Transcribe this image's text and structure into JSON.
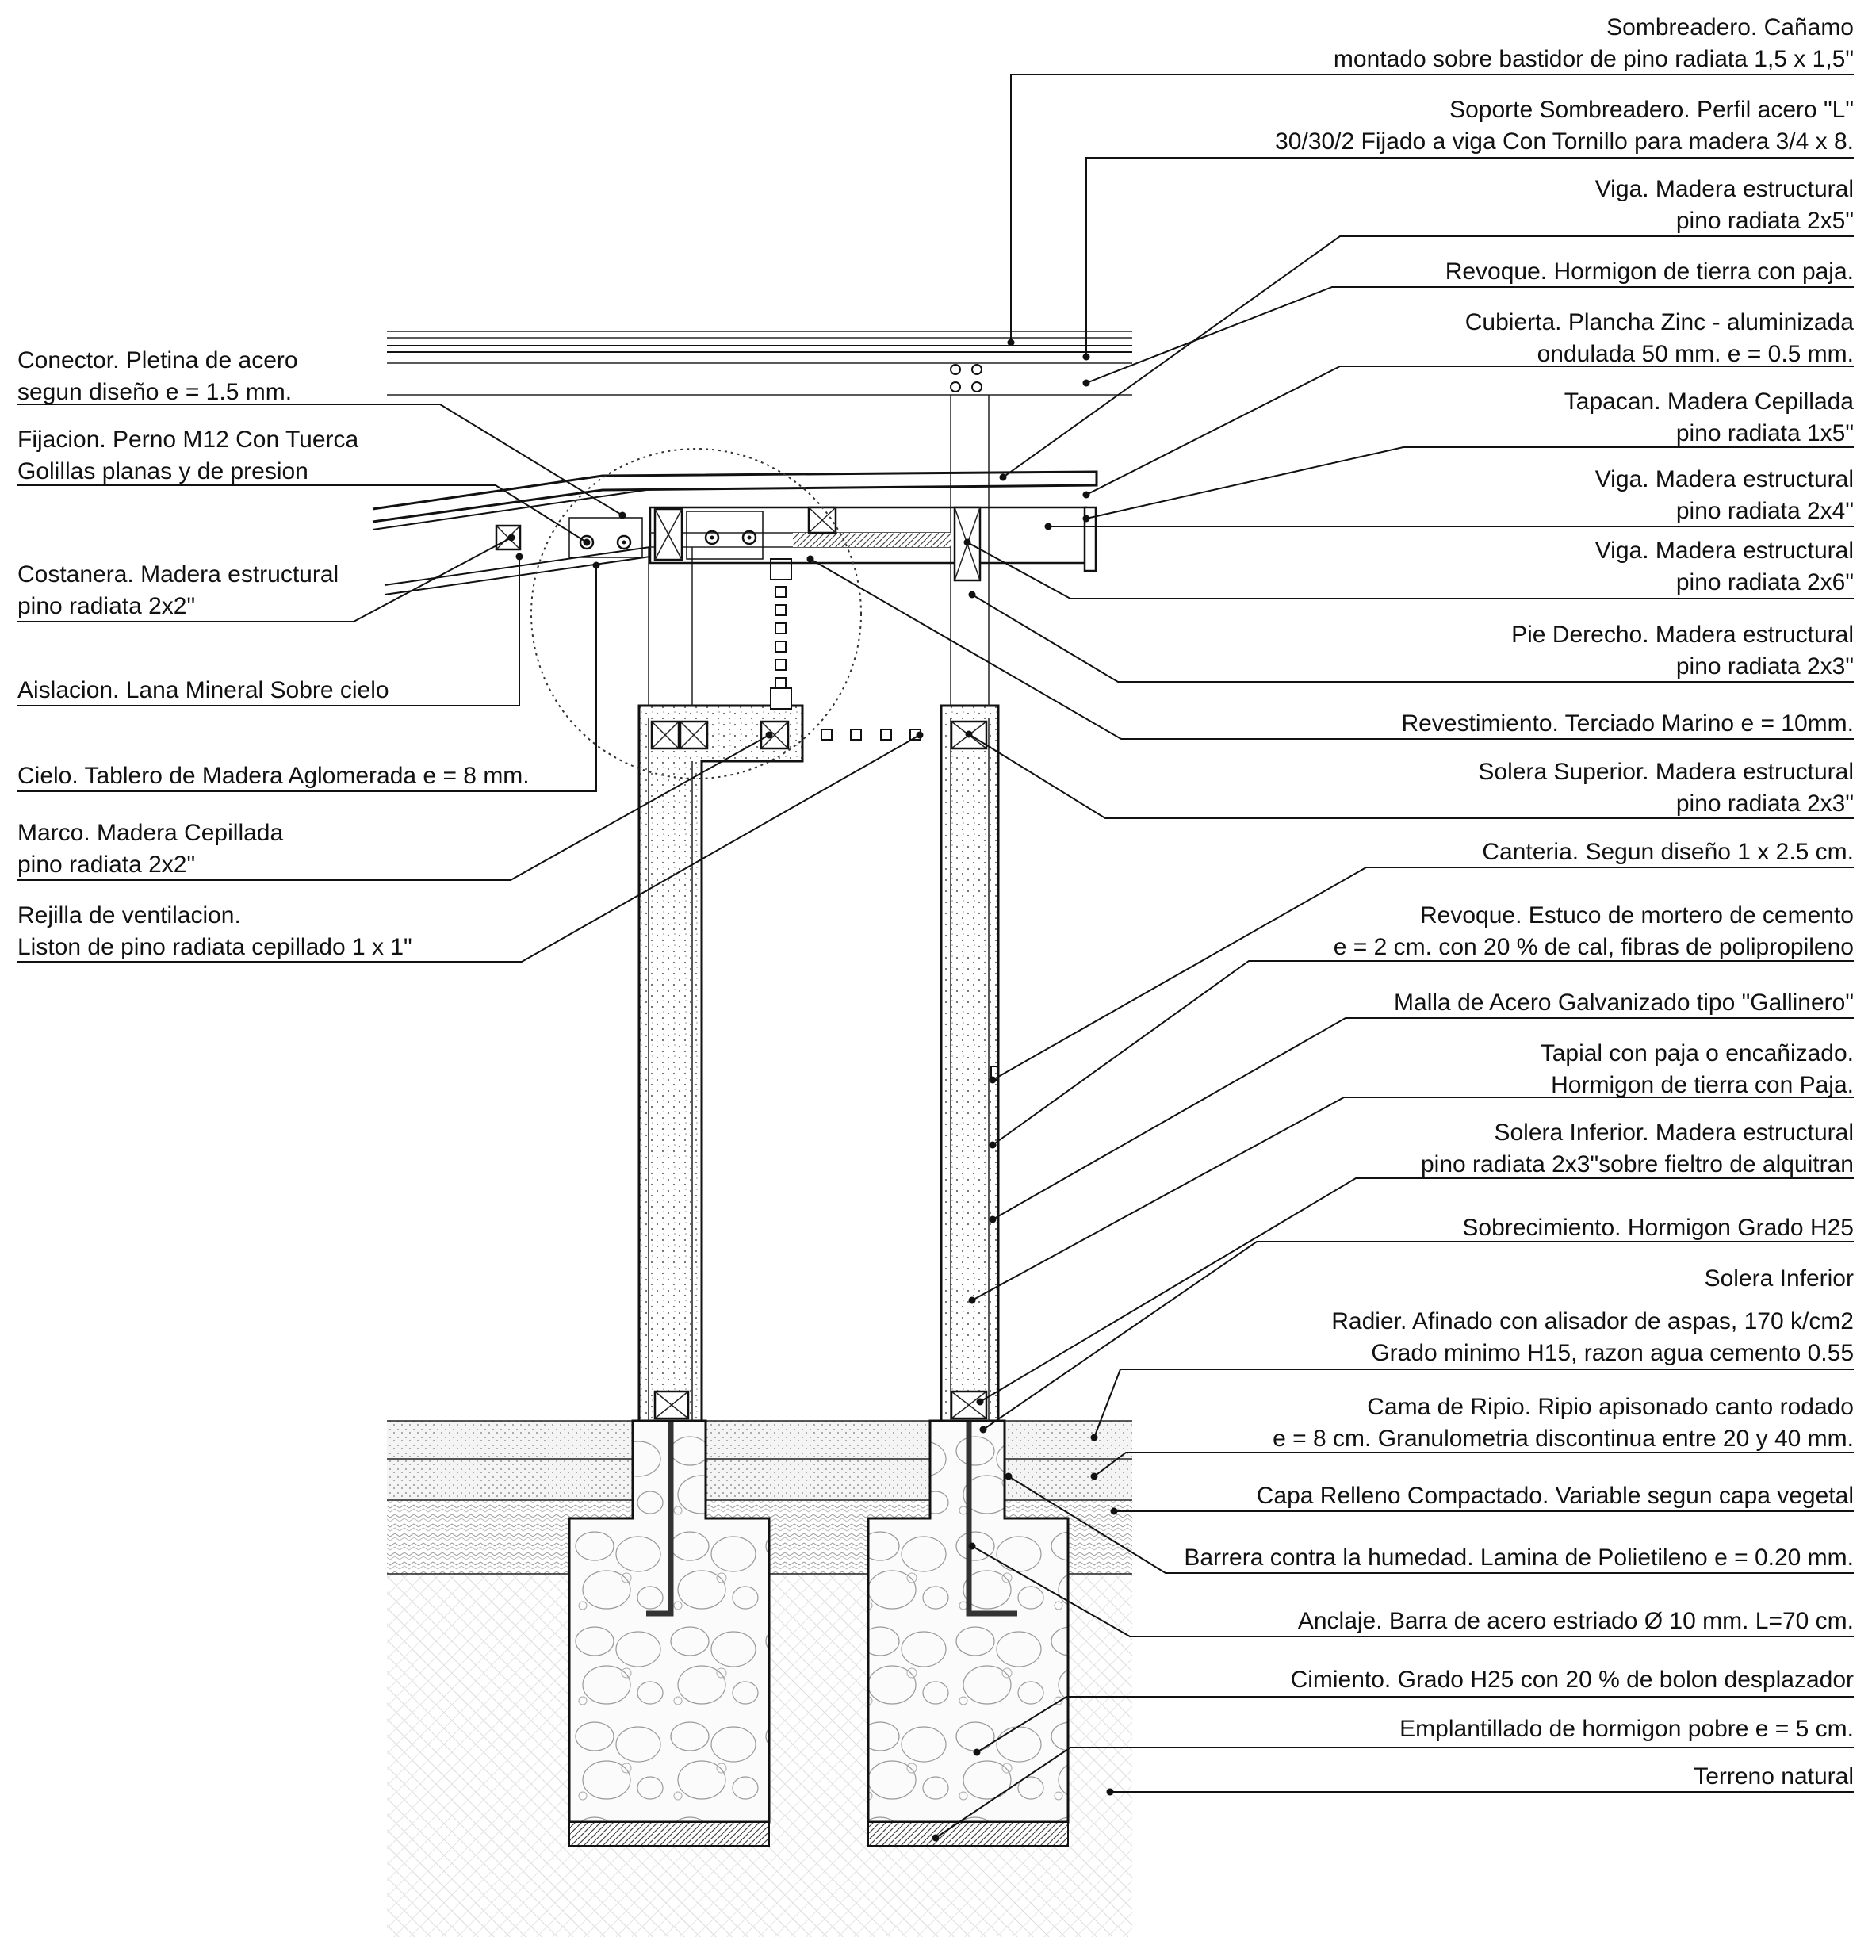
{
  "title": "",
  "colors": {
    "ink": "#111111",
    "paper": "#ffffff",
    "concrete": "#f0f0f0"
  },
  "labels_right": [
    {
      "id": "sombreadero",
      "lines": [
        "Sombreadero. Cañamo",
        "montado sobre bastidor de pino radiata  1,5 x 1,5\""
      ]
    },
    {
      "id": "soporte-sombreadero",
      "lines": [
        "Soporte Sombreadero. Perfil acero \"L\"",
        "30/30/2 Fijado a viga Con Tornillo para madera  3/4 x 8."
      ]
    },
    {
      "id": "viga-2x5",
      "lines": [
        "Viga. Madera estructural",
        "pino radiata 2x5\""
      ]
    },
    {
      "id": "revoque-tierra",
      "lines": [
        "Revoque. Hormigon de tierra con paja."
      ]
    },
    {
      "id": "cubierta",
      "lines": [
        "Cubierta. Plancha Zinc - aluminizada",
        "ondulada 50 mm. e = 0.5 mm."
      ]
    },
    {
      "id": "tapacan",
      "lines": [
        "Tapacan. Madera Cepillada",
        "pino radiata 1x5\""
      ]
    },
    {
      "id": "viga-2x4",
      "lines": [
        "Viga. Madera estructural",
        "pino radiata 2x4\""
      ]
    },
    {
      "id": "viga-2x6",
      "lines": [
        "Viga. Madera estructural",
        "pino radiata 2x6\""
      ]
    },
    {
      "id": "pie-derecho",
      "lines": [
        "Pie Derecho. Madera estructural",
        "pino radiata 2x3\""
      ]
    },
    {
      "id": "revestimiento",
      "lines": [
        "Revestimiento. Terciado Marino e = 10mm."
      ]
    },
    {
      "id": "solera-superior",
      "lines": [
        "Solera Superior. Madera estructural",
        "pino radiata 2x3\""
      ]
    },
    {
      "id": "canteria",
      "lines": [
        "Canteria. Segun diseño 1 x 2.5  cm."
      ]
    },
    {
      "id": "revoque-estuco",
      "lines": [
        "Revoque. Estuco  de mortero de cemento",
        "e = 2 cm. con 20 % de cal, fibras de polipropileno"
      ]
    },
    {
      "id": "malla",
      "lines": [
        "Malla de Acero Galvanizado tipo \"Gallinero\""
      ]
    },
    {
      "id": "tapial",
      "lines": [
        "Tapial con paja o encañizado.",
        "Hormigon de tierra con Paja."
      ]
    },
    {
      "id": "solera-inferior-2x3",
      "lines": [
        "Solera Inferior. Madera estructural",
        "pino radiata 2x3\"sobre fieltro de alquitran"
      ]
    },
    {
      "id": "sobrecimiento",
      "lines": [
        "Sobrecimiento. Hormigon  Grado H25"
      ]
    },
    {
      "id": "solera-inferior",
      "lines": [
        "Solera Inferior"
      ]
    },
    {
      "id": "radier",
      "lines": [
        "Radier. Afinado con alisador de aspas, 170 k/cm2",
        "Grado minimo H15, razon agua cemento  0.55"
      ]
    },
    {
      "id": "cama-ripio",
      "lines": [
        "Cama de Ripio. Ripio apisonado canto rodado",
        "e = 8 cm. Granulometria discontinua entre 20 y 40 mm."
      ]
    },
    {
      "id": "capa-relleno",
      "lines": [
        "Capa Relleno Compactado.  Variable segun capa vegetal"
      ]
    },
    {
      "id": "barrera",
      "lines": [
        "Barrera contra la humedad. Lamina de Polietileno e = 0.20 mm."
      ]
    },
    {
      "id": "anclaje",
      "lines": [
        "Anclaje. Barra de acero estriado Ø 10 mm. L=70 cm."
      ]
    },
    {
      "id": "cimiento",
      "lines": [
        "Cimiento. Grado H25   con 20 % de bolon desplazador"
      ]
    },
    {
      "id": "emplantillado",
      "lines": [
        "Emplantillado de hormigon pobre e = 5 cm."
      ]
    },
    {
      "id": "terreno",
      "lines": [
        "Terreno  natural"
      ]
    }
  ],
  "labels_left": [
    {
      "id": "conector",
      "lines": [
        "Conector. Pletina de acero",
        "segun diseño e = 1.5 mm."
      ]
    },
    {
      "id": "fijacion",
      "lines": [
        "Fijacion. Perno M12 Con Tuerca",
        "Golillas planas y de presion"
      ]
    },
    {
      "id": "costanera",
      "lines": [
        "Costanera. Madera estructural",
        "pino radiata 2x2\""
      ]
    },
    {
      "id": "aislacion",
      "lines": [
        "Aislacion. Lana Mineral Sobre cielo"
      ]
    },
    {
      "id": "cielo",
      "lines": [
        "Cielo. Tablero de Madera Aglomerada e = 8 mm."
      ]
    },
    {
      "id": "marco",
      "lines": [
        "Marco. Madera Cepillada",
        "pino radiata 2x2\""
      ]
    },
    {
      "id": "rejilla",
      "lines": [
        "Rejilla de ventilacion.",
        "Liston de pino radiata cepillado  1 x 1\""
      ]
    }
  ]
}
